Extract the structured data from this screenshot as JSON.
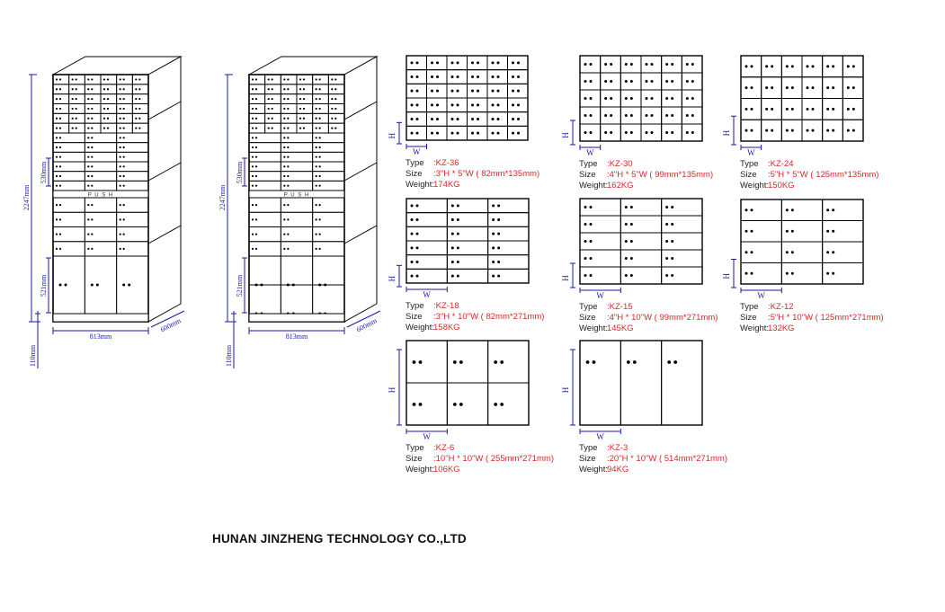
{
  "colors": {
    "line": "#000000",
    "dimension": "#1a1aa6",
    "value": "#d42a2a",
    "label": "#222222"
  },
  "labels": {
    "type": "Type",
    "size": "Size",
    "weight": "Weight:"
  },
  "cabinets": [
    {
      "height_label": "2247mm",
      "upper_label": "530mm",
      "lower_label": "521mm",
      "width_label": "813mm",
      "depth_label": "600mm",
      "base_label": "110mm",
      "push_label": "P U S H"
    },
    {
      "height_label": "2247mm",
      "upper_label": "530mm",
      "lower_label": "521mm",
      "width_label": "813mm",
      "depth_label": "600mm",
      "base_label": "110mm",
      "push_label": "P U S H"
    }
  ],
  "modules": [
    {
      "type": ":KZ-36",
      "size": ":3\"H * 5\"W ( 82mm*135mm)",
      "weight": "174KG",
      "rows": 6,
      "cols": 6,
      "h_label": "H",
      "w_label": "W"
    },
    {
      "type": ":KZ-30",
      "size": ":4\"H * 5\"W ( 99mm*135mm)",
      "weight": "162KG",
      "rows": 5,
      "cols": 6,
      "h_label": "H",
      "w_label": "W"
    },
    {
      "type": ":KZ-24",
      "size": ":5\"H * 5\"W ( 125mm*135mm)",
      "weight": "150KG",
      "rows": 4,
      "cols": 6,
      "h_label": "H",
      "w_label": "W"
    },
    {
      "type": ":KZ-18",
      "size": ":3\"H * 10\"W ( 82mm*271mm)",
      "weight": "158KG",
      "rows": 6,
      "cols": 3,
      "h_label": "H",
      "w_label": "W"
    },
    {
      "type": ":KZ-15",
      "size": ":4\"H * 10\"W ( 99mm*271mm)",
      "weight": "145KG",
      "rows": 5,
      "cols": 3,
      "h_label": "H",
      "w_label": "W"
    },
    {
      "type": ":KZ-12",
      "size": ":5\"H * 10\"W ( 125mm*271mm)",
      "weight": "132KG",
      "rows": 4,
      "cols": 3,
      "h_label": "H",
      "w_label": "W"
    },
    {
      "type": ":KZ-6",
      "size": ":10\"H * 10\"W ( 255mm*271mm)",
      "weight": "106KG",
      "rows": 2,
      "cols": 3,
      "h_label": "H",
      "w_label": "W"
    },
    {
      "type": ":KZ-3",
      "size": ":20\"H * 10\"W ( 514mm*271mm)",
      "weight": "94KG",
      "rows": 1,
      "cols": 3,
      "h_label": "H",
      "w_label": "W"
    }
  ],
  "company": "HUNAN  JINZHENG TECHNOLOGY CO.,LTD"
}
